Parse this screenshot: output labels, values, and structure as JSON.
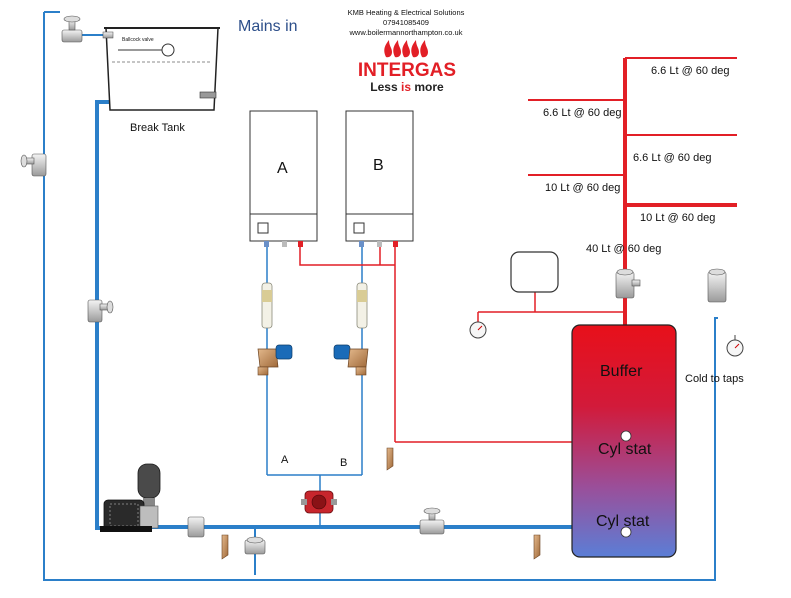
{
  "header": {
    "mains_label": "Mains in",
    "company_name": "KMB Heating & Electrical Solutions",
    "company_phone": "07941085409",
    "company_web": "www.boilermannorthampton.co.uk",
    "brand_name": "INTERGAS",
    "brand_tagline_a": "Less ",
    "brand_tagline_b": "is",
    "brand_tagline_c": " more"
  },
  "tank": {
    "label": "Break Tank",
    "valve_label": "Ballcock valve"
  },
  "boilers": {
    "a_label": "A",
    "b_label": "B",
    "flow_a_label": "A",
    "flow_b_label": "B"
  },
  "outlets": [
    {
      "text": "6.6 Lt @ 60 deg"
    },
    {
      "text": "6.6 Lt @ 60 deg"
    },
    {
      "text": "6.6 Lt @ 60 deg"
    },
    {
      "text": "10 Lt @ 60 deg"
    },
    {
      "text": "10 Lt @ 60 deg"
    },
    {
      "text": "40 Lt @ 60 deg"
    }
  ],
  "cylinder": {
    "buffer_label": "Buffer",
    "stat_upper_label": "Cyl stat",
    "stat_lower_label": "Cyl stat"
  },
  "cold_label": "Cold to taps",
  "colors": {
    "pipe_blue": "#2b7fc9",
    "pipe_red": "#e21f26",
    "brand_red": "#e21f26",
    "cyl_top": "#e8101a",
    "cyl_bottom": "#5b7ed6"
  }
}
